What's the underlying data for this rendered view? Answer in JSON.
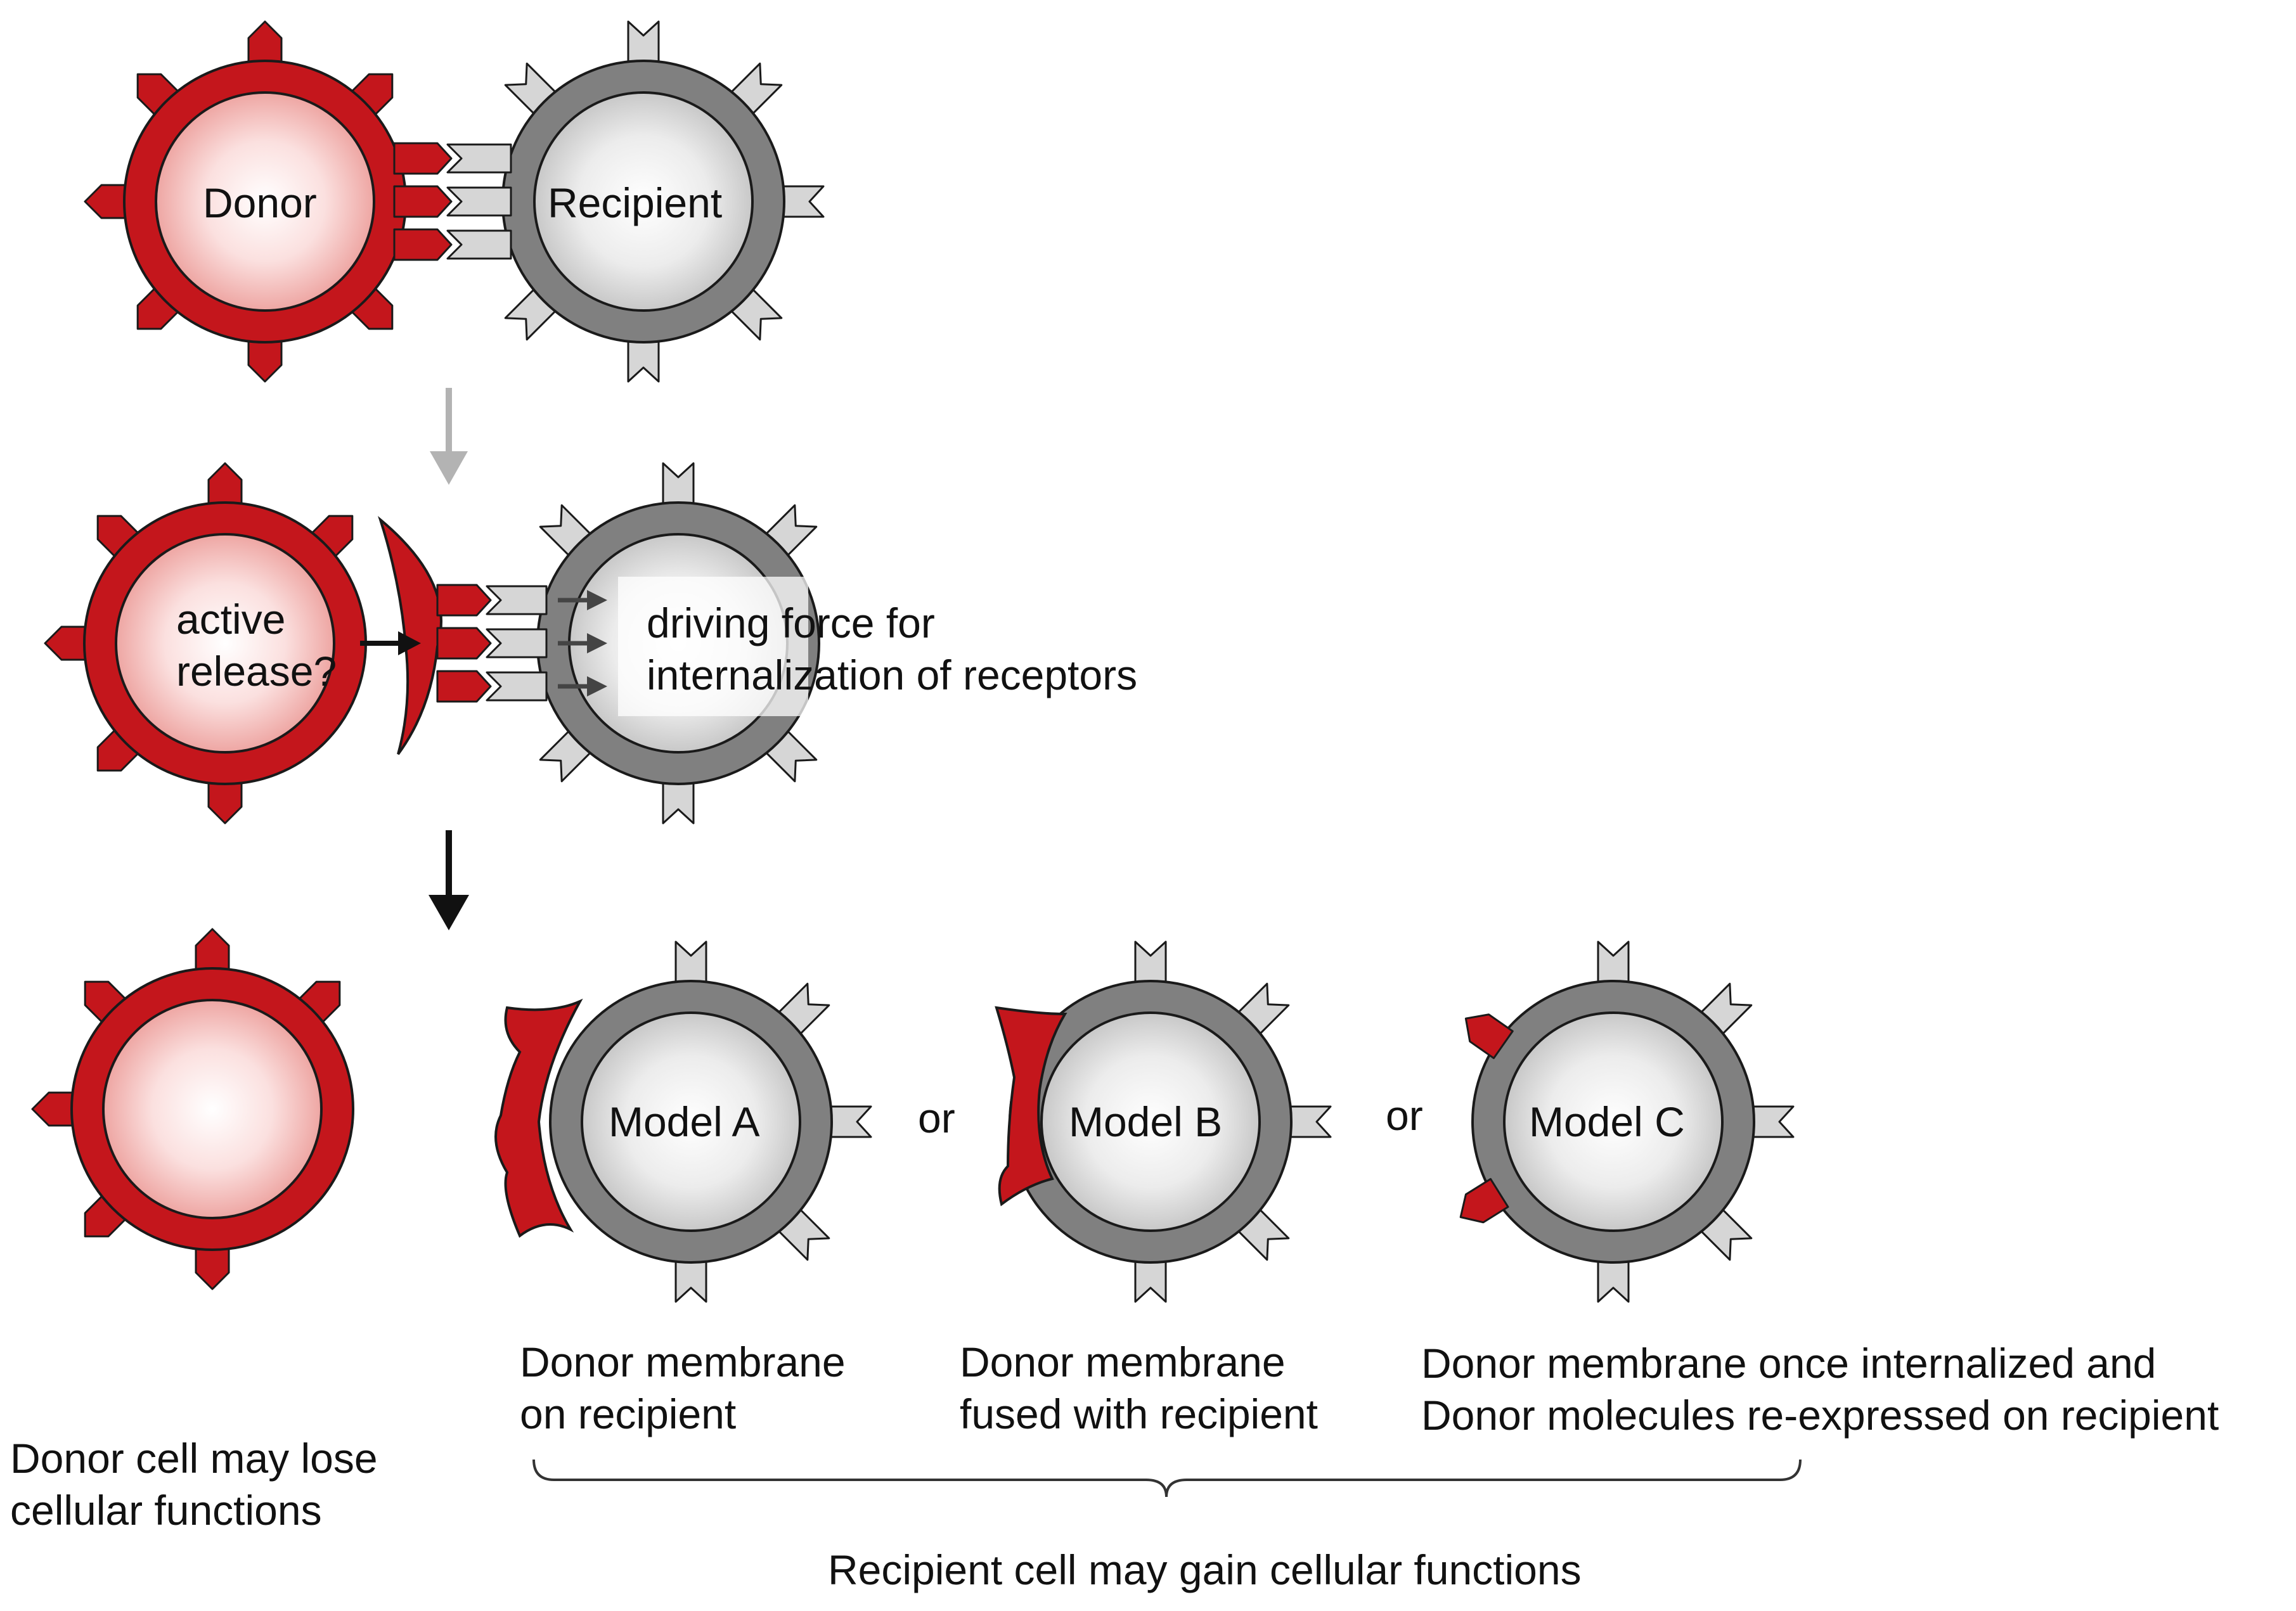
{
  "labels": {
    "donor": "Donor",
    "recipient": "Recipient",
    "active_release": [
      "active",
      "release?"
    ],
    "driving_force": [
      "driving force for",
      "internalization of receptors"
    ],
    "model_a": "Model A",
    "model_b": "Model B",
    "model_c": "Model C",
    "or_1": "or",
    "or_2": "or"
  },
  "captions": {
    "donor_loss": [
      "Donor cell may lose",
      "cellular functions"
    ],
    "model_a": [
      "Donor membrane",
      "on recipient"
    ],
    "model_b": [
      "Donor membrane",
      "fused with recipient"
    ],
    "model_c": [
      "Donor membrane once internalized and",
      "Donor molecules re-expressed on recipient"
    ],
    "recipient_gain": "Recipient cell may gain cellular functions"
  },
  "colors": {
    "donor_ring": "#c4161c",
    "donor_core": "#f4b9b6",
    "recipient_ring": "#808080",
    "recipient_core": "#e3e3e3",
    "receptor": "#d6d6d6",
    "arrow_gray": "#b3b3b3",
    "arrow_black": "#111111"
  }
}
